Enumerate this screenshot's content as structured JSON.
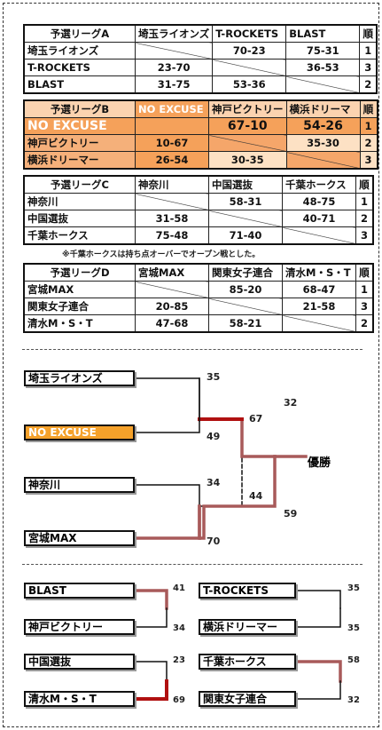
{
  "leagues": [
    {
      "header": [
        "予選リーグA",
        "埼玉ライオンズ",
        "T-ROCKETS",
        "BLAST",
        "順"
      ],
      "rows": [
        {
          "team": "埼玉ライオンズ",
          "r": [
            "",
            "70-23",
            "75-31"
          ],
          "rank": "1"
        },
        {
          "team": "T-ROCKETS",
          "r": [
            "23-70",
            "",
            "36-53"
          ],
          "rank": "3"
        },
        {
          "team": "BLAST",
          "r": [
            "31-75",
            "53-36",
            ""
          ],
          "rank": "2"
        }
      ]
    },
    {
      "header": [
        "予選リーグB",
        "NO EXCUSE",
        "神戸ビクトリー",
        "横浜ドリーマ",
        "順"
      ],
      "rows": [
        {
          "team": "NO EXCUSE",
          "r": [
            "",
            "67-10",
            "54-26"
          ],
          "rank": "1"
        },
        {
          "team": "神戸ビクトリー",
          "r": [
            "10-67",
            "",
            "35-30"
          ],
          "rank": "2"
        },
        {
          "team": "横浜ドリーマー",
          "r": [
            "26-54",
            "30-35",
            ""
          ],
          "rank": "3"
        }
      ]
    },
    {
      "header": [
        "予選リーグC",
        "神奈川",
        "中国選抜",
        "千葉ホークス",
        "順"
      ],
      "rows": [
        {
          "team": "神奈川",
          "r": [
            "",
            "58-31",
            "48-75"
          ],
          "rank": "1"
        },
        {
          "team": "中国選抜",
          "r": [
            "31-58",
            "",
            "40-71"
          ],
          "rank": "2"
        },
        {
          "team": "千葉ホークス",
          "r": [
            "75-48",
            "71-40",
            ""
          ],
          "rank": "3"
        }
      ]
    },
    {
      "header": [
        "予選リーグD",
        "宮城MAX",
        "関東女子連合",
        "清水M・S・T",
        "順"
      ],
      "rows": [
        {
          "team": "宮城MAX",
          "r": [
            "",
            "85-20",
            "68-47"
          ],
          "rank": "1"
        },
        {
          "team": "関東女子連合",
          "r": [
            "20-85",
            "",
            "21-58"
          ],
          "rank": "3"
        },
        {
          "team": "清水M・S・T",
          "r": [
            "47-68",
            "58-21",
            ""
          ],
          "rank": "2"
        }
      ]
    }
  ],
  "note": "※千葉ホークスは持ち点オーバーでオープン戦とした。",
  "bracket": {
    "teams": [
      "埼玉ライオンズ",
      "NO EXCUSE",
      "神奈川",
      "宮城MAX"
    ],
    "scores": {
      "s1": "35",
      "s2": "49",
      "s3": "67",
      "s4": "32",
      "s5": "34",
      "s6": "44",
      "s7": "59",
      "s8": "70"
    },
    "champion": "優勝"
  },
  "consolation": [
    {
      "top": "BLAST",
      "bottom": "神戸ビクトリー",
      "top_score": "41",
      "bottom_score": "34"
    },
    {
      "top": "T-ROCKETS",
      "bottom": "横浜ドリーマー",
      "top_score": "35",
      "bottom_score": "35"
    },
    {
      "top": "中国選抜",
      "bottom": "清水M・S・T",
      "top_score": "23",
      "bottom_score": "69"
    },
    {
      "top": "千葉ホークス",
      "bottom": "関東女子連合",
      "top_score": "58",
      "bottom_score": "32"
    }
  ],
  "colors": {
    "highlight": "#f5a12a",
    "winner_line": "#a85a5a",
    "winner_line_red": "#b01010"
  }
}
